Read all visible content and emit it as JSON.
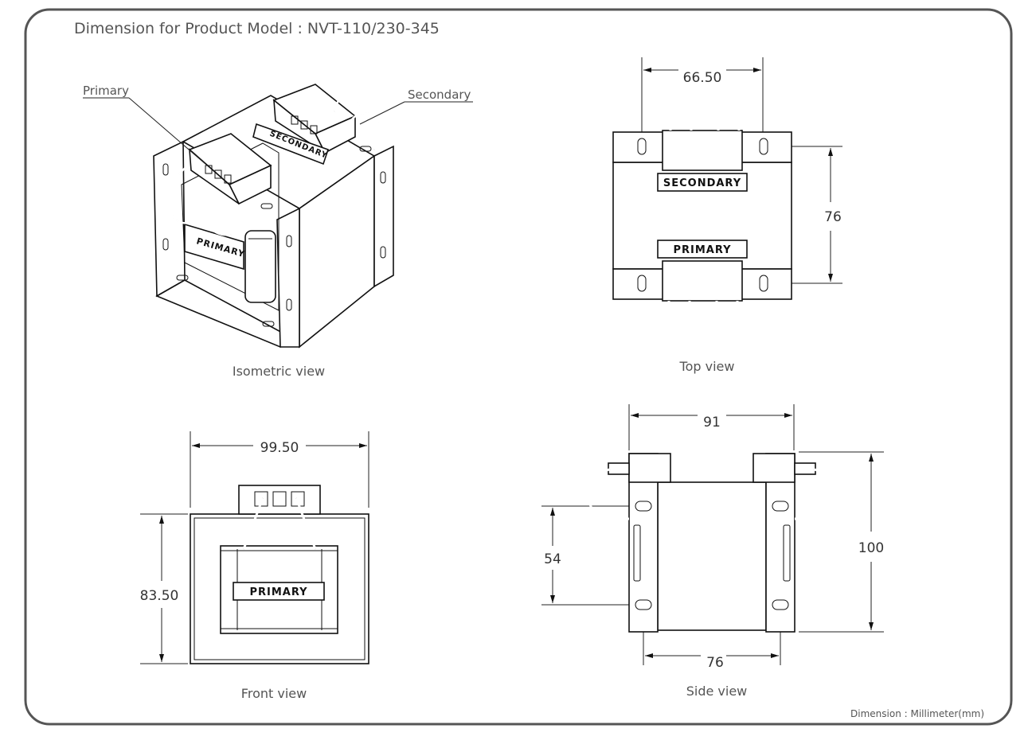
{
  "title": "Dimension for Product Model : NVT-110/230-345",
  "footer": "Dimension : Millimeter(mm)",
  "colors": {
    "border": "#555555",
    "line": "#111111",
    "text": "#444444"
  },
  "views": {
    "isometric": {
      "caption": "Isometric view",
      "primary_label": "Primary",
      "secondary_label": "Secondary",
      "plate_primary": "PRIMARY",
      "plate_secondary": "SECONDARY"
    },
    "top": {
      "caption": "Top view",
      "width": "66.50",
      "depth": "76",
      "plate_primary": "PRIMARY",
      "plate_secondary": "SECONDARY"
    },
    "front": {
      "caption": "Front view",
      "width": "99.50",
      "height": "83.50",
      "plate_primary": "PRIMARY"
    },
    "side": {
      "caption": "Side view",
      "width": "91",
      "height": "100",
      "hole_pitch": "54",
      "bottom_width": "76"
    }
  }
}
